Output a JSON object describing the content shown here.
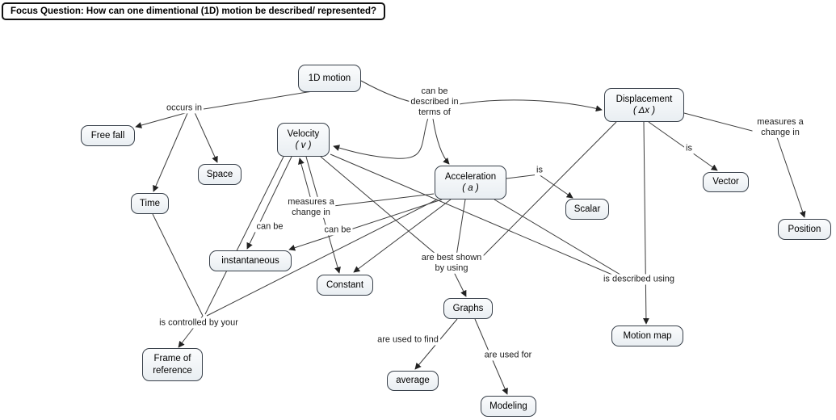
{
  "title": {
    "focus_question": "Focus Question: How can one dimentional (1D) motion be described/ represented?"
  },
  "nodes": {
    "motion": {
      "label": "1D motion"
    },
    "free_fall": {
      "label": "Free fall"
    },
    "space": {
      "label": "Space"
    },
    "time": {
      "label": "Time"
    },
    "velocity": {
      "label": "Velocity",
      "symbol": "( v )"
    },
    "acceleration": {
      "label": "Acceleration",
      "symbol": "( a )"
    },
    "displacement": {
      "label": "Displacement",
      "symbol": "( Δx )"
    },
    "vector": {
      "label": "Vector"
    },
    "position": {
      "label": "Position"
    },
    "scalar": {
      "label": "Scalar"
    },
    "instantaneous": {
      "label": "instantaneous"
    },
    "constant": {
      "label": "Constant"
    },
    "graphs": {
      "label": "Graphs"
    },
    "motion_map": {
      "label": "Motion map"
    },
    "frame_of_reference": {
      "label": "Frame of reference"
    },
    "average": {
      "label": "average"
    },
    "modeling": {
      "label": "Modeling"
    }
  },
  "links": {
    "occurs_in": "occurs in",
    "described_in_terms_of": "can be\ndescribed in\nterms of",
    "measures_change_in_position": "measures a change in",
    "is_vector": "is",
    "is_scalar": "is",
    "measures_change_in_velocity": "measures a\nchange in",
    "can_be_instantaneous": "can be",
    "can_be_constant": "can be",
    "best_shown_by_using": "are best shown\nby using",
    "is_described_using": "is described using",
    "is_controlled_by_your": "is controlled by your",
    "are_used_to_find": "are used to find",
    "are_used_for": "are used for"
  }
}
